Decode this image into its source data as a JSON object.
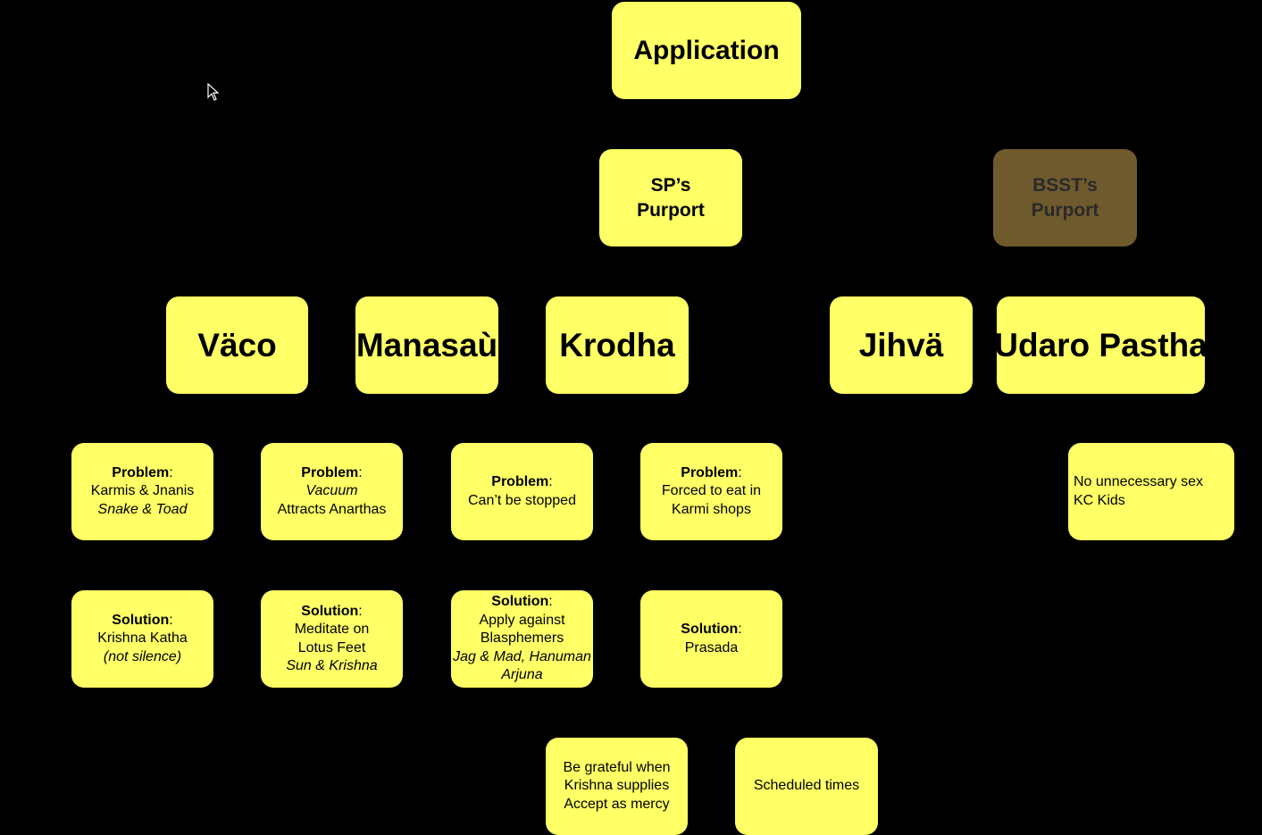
{
  "title": "Application",
  "purports": {
    "sp": [
      "SP’s",
      "Purport"
    ],
    "bsst": [
      "BSST’s",
      "Purport"
    ]
  },
  "categories": {
    "vaco": "Väco",
    "manasau": "Manasaù",
    "krodha": "Krodha",
    "jihva": "Jihvä",
    "udaro": "Udaro Pastha"
  },
  "problems": {
    "vaco": {
      "head": "Problem",
      "l1": "Karmis & Jnanis",
      "l2": "Snake & Toad"
    },
    "manasau": {
      "head": "Problem",
      "l1": "Vacuum",
      "l2": "Attracts Anarthas"
    },
    "krodha": {
      "head": "Problem",
      "l1": "Can’t be stopped"
    },
    "jihva": {
      "head": "Problem",
      "l1": "Forced to eat in",
      "l2": "Karmi shops"
    },
    "udaro": {
      "l1": "No unnecessary sex",
      "l2": "KC Kids"
    }
  },
  "solutions": {
    "vaco": {
      "head": "Solution",
      "l1": "Krishna Katha",
      "l2": "(not silence)"
    },
    "manasau": {
      "head": "Solution",
      "l1": "Meditate on",
      "l2": "Lotus Feet",
      "l3": "Sun & Krishna"
    },
    "krodha": {
      "head": "Solution",
      "l1": "Apply against",
      "l2": "Blasphemers",
      "l3": "Jag & Mad, Hanuman",
      "l4": "Arjuna"
    },
    "jihva": {
      "head": "Solution",
      "l1": "Prasada"
    }
  },
  "extras": {
    "grateful": [
      "Be grateful when",
      "Krishna supplies",
      "Accept as mercy"
    ],
    "scheduled": "Scheduled times"
  },
  "colors": {
    "background": "#000000",
    "box": "#ffff66",
    "box_dim": "#6f5a2e"
  },
  "icons": {
    "cursor": "mouse-pointer-icon"
  }
}
